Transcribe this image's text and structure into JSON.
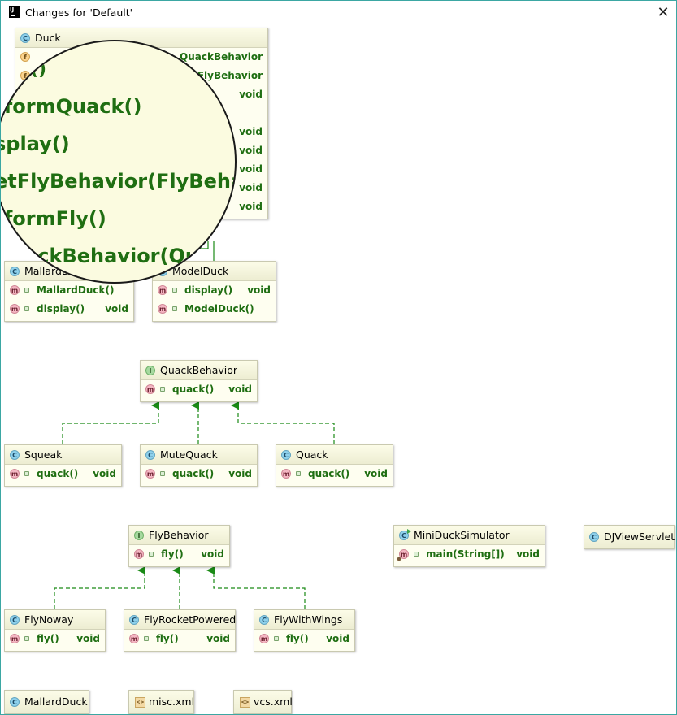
{
  "window": {
    "title": "Changes for 'Default'",
    "app_icon_text": "IJ",
    "close_label": "✕"
  },
  "nodes": {
    "duck": {
      "name": "Duck",
      "kind": "C",
      "fields": [
        {
          "badge": "f",
          "type": "QuackBehavior"
        },
        {
          "badge": "f",
          "type": "FlyBehavior"
        }
      ],
      "void_types": [
        "void",
        "void",
        "void",
        "void",
        "void",
        "void"
      ]
    },
    "mallard_duck": {
      "name": "MallardDuck",
      "kind": "C",
      "members": [
        {
          "badge": "m",
          "name": "MallardDuck()",
          "type": ""
        },
        {
          "badge": "m",
          "name": "display()",
          "type": "void"
        }
      ]
    },
    "model_duck": {
      "name": "ModelDuck",
      "kind": "C",
      "members": [
        {
          "badge": "m",
          "name": "display()",
          "type": "void"
        },
        {
          "badge": "m",
          "name": "ModelDuck()",
          "type": ""
        }
      ]
    },
    "quack_behavior": {
      "name": "QuackBehavior",
      "kind": "I",
      "members": [
        {
          "badge": "m",
          "name": "quack()",
          "type": "void"
        }
      ]
    },
    "squeak": {
      "name": "Squeak",
      "kind": "C",
      "members": [
        {
          "badge": "m",
          "name": "quack()",
          "type": "void"
        }
      ]
    },
    "mute_quack": {
      "name": "MuteQuack",
      "kind": "C",
      "members": [
        {
          "badge": "m",
          "name": "quack()",
          "type": "void"
        }
      ]
    },
    "quack": {
      "name": "Quack",
      "kind": "C",
      "members": [
        {
          "badge": "m",
          "name": "quack()",
          "type": "void"
        }
      ]
    },
    "fly_behavior": {
      "name": "FlyBehavior",
      "kind": "I",
      "members": [
        {
          "badge": "m",
          "name": "fly()",
          "type": "void"
        }
      ]
    },
    "mini_duck_simulator": {
      "name": "MiniDuckSimulator",
      "kind": "C",
      "members": [
        {
          "badge": "m",
          "name": "main(String[])",
          "type": "void"
        }
      ]
    },
    "dj_view_servlet": {
      "name": "DJViewServlet",
      "kind": "C"
    },
    "fly_noway": {
      "name": "FlyNoway",
      "kind": "C",
      "members": [
        {
          "badge": "m",
          "name": "fly()",
          "type": "void"
        }
      ]
    },
    "fly_rocket_powered": {
      "name": "FlyRocketPowered",
      "kind": "C",
      "members": [
        {
          "badge": "m",
          "name": "fly()",
          "type": "void"
        }
      ]
    },
    "fly_with_wings": {
      "name": "FlyWithWings",
      "kind": "C",
      "members": [
        {
          "badge": "m",
          "name": "fly()",
          "type": "void"
        }
      ]
    },
    "mallard_duck_file": {
      "name": "MallardDuck",
      "kind": "C"
    },
    "misc_xml": {
      "name": "misc.xml",
      "icon_text": "<>"
    },
    "vcs_xml": {
      "name": "vcs.xml",
      "icon_text": "<>"
    }
  },
  "magnifier": {
    "lines": [
      "()",
      "rformQuack()",
      "splay()",
      "etFlyBehavior(FlyBehavio",
      "rformFly()",
      "uackBehavior(Qu"
    ]
  },
  "colors": {
    "node_bg": "#fefef0",
    "member_text": "#1f6e12",
    "edge": "#1a8a16",
    "window_border": "#3ba7a3"
  }
}
